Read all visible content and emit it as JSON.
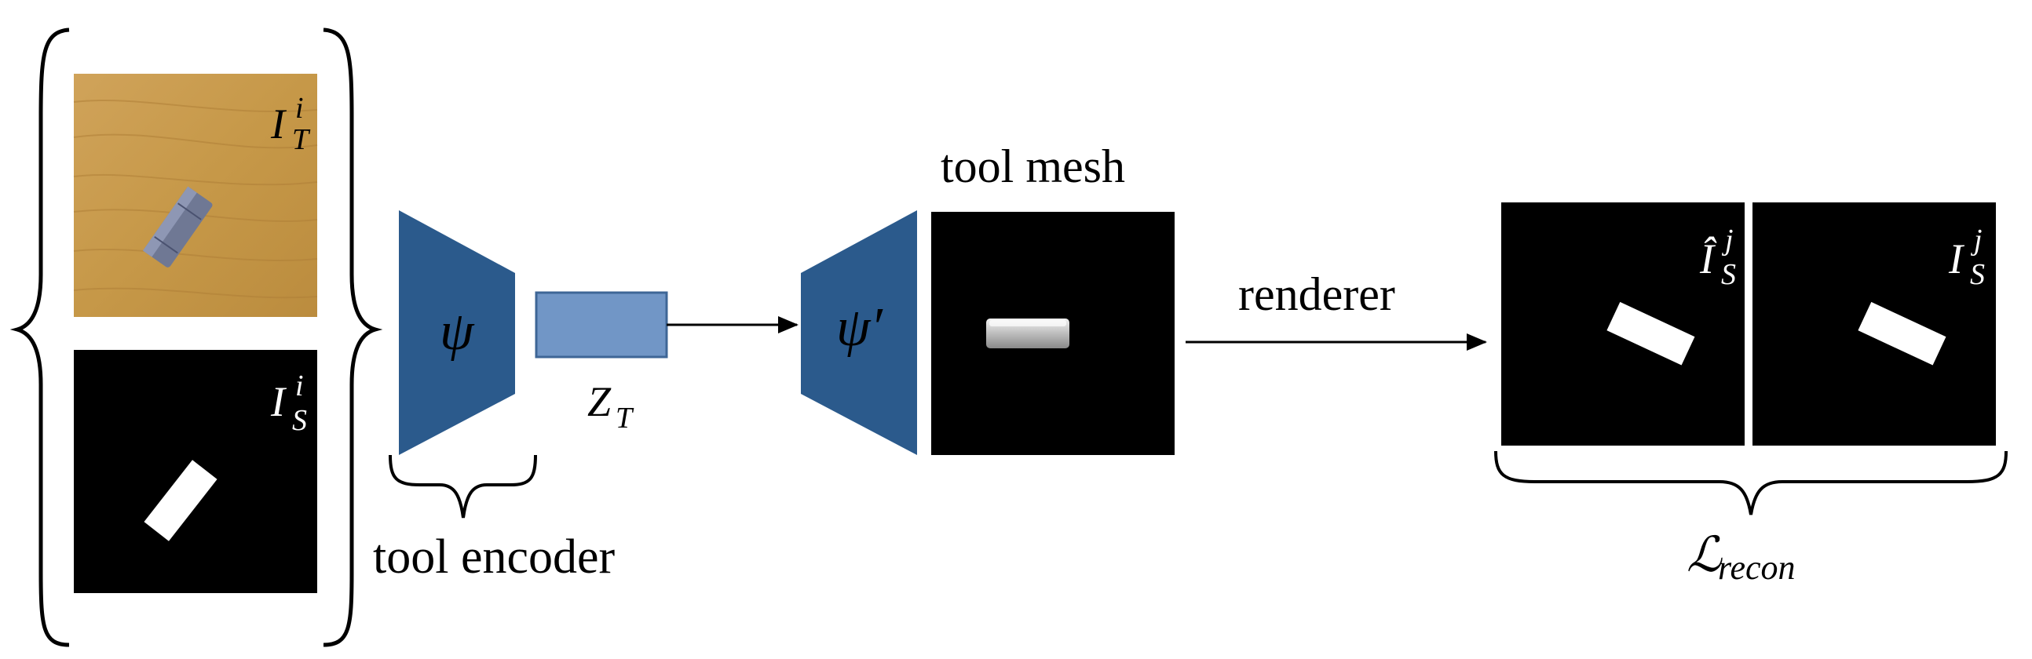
{
  "labels": {
    "tool_image": "I",
    "tool_image_sup": "i",
    "tool_image_sub": "T",
    "silhouette": "I",
    "silhouette_sup": "i",
    "silhouette_sub": "S",
    "encoder_symbol": "ψ",
    "latent": "Z",
    "latent_sub": "T",
    "decoder_symbol": "ψ′",
    "tool_mesh": "tool mesh",
    "renderer": "renderer",
    "rendered": "Î",
    "rendered_sup": "j",
    "rendered_sub": "S",
    "target": "I",
    "target_sup": "j",
    "target_sub": "S",
    "tool_encoder": "tool encoder",
    "loss": "ℒ",
    "loss_sub": "recon"
  },
  "colors": {
    "trapezoid": "#2B5A8C",
    "latent_box": "#7196C6",
    "latent_border": "#3E6696",
    "panel_bg": "#000000",
    "wood": "#C99B4E",
    "tool_block": "#6F7894"
  }
}
